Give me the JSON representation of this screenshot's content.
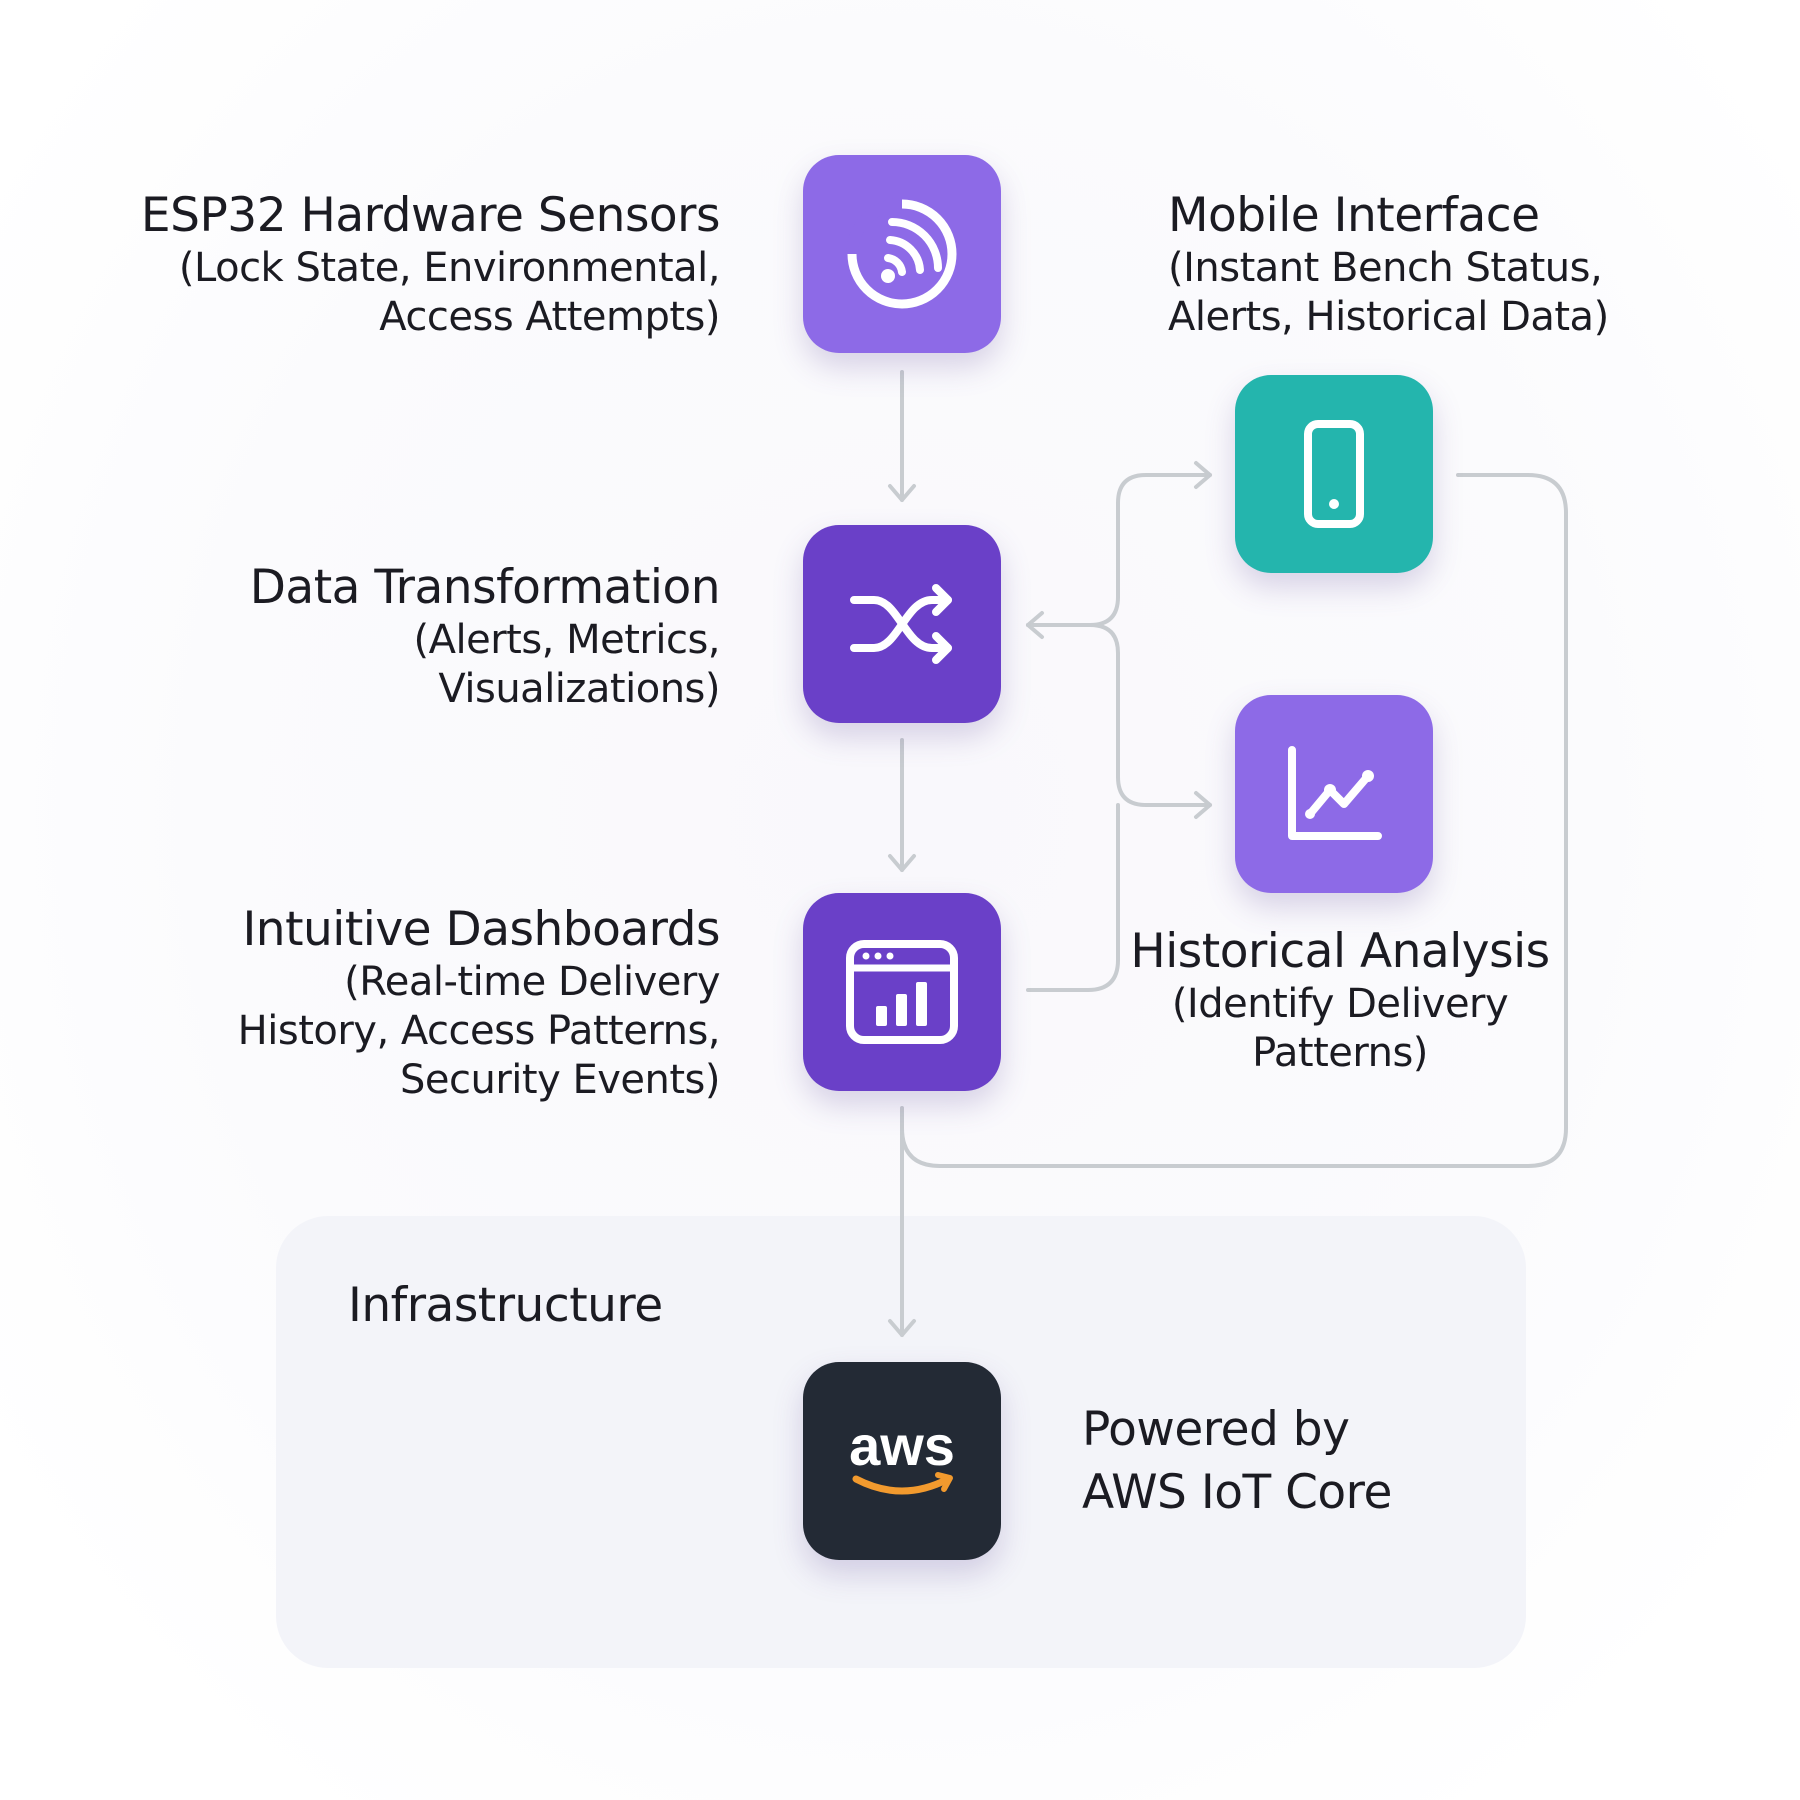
{
  "colors": {
    "purple_light": "#8c69e6",
    "purple_dark": "#6a3fc7",
    "teal": "#24b5ad",
    "aws_dark": "#232a35",
    "aws_orange": "#f29a2e",
    "connector": "#c8ccd0"
  },
  "nodes": {
    "sensors": {
      "icon": "wifi-signal-icon",
      "title": "ESP32 Hardware Sensors",
      "sub_line1": "(Lock State, Environmental,",
      "sub_line2": "Access Attempts)"
    },
    "transform": {
      "icon": "shuffle-icon",
      "title": "Data Transformation",
      "sub_line1": "(Alerts, Metrics,",
      "sub_line2": "Visualizations)"
    },
    "dashboards": {
      "icon": "dashboard-icon",
      "title": "Intuitive Dashboards",
      "sub_line1": "(Real-time Delivery",
      "sub_line2": "History, Access Patterns,",
      "sub_line3": "Security Events)"
    },
    "mobile": {
      "icon": "smartphone-icon",
      "title": "Mobile Interface",
      "sub_line1": "(Instant Bench Status,",
      "sub_line2": "Alerts, Historical Data)"
    },
    "historical": {
      "icon": "line-chart-icon",
      "title": "Historical Analysis",
      "sub_line1": "(Identify Delivery",
      "sub_line2": "Patterns)"
    }
  },
  "infrastructure": {
    "heading": "Infrastructure",
    "logo_text": "aws",
    "label_line1": "Powered by",
    "label_line2": "AWS IoT Core"
  }
}
